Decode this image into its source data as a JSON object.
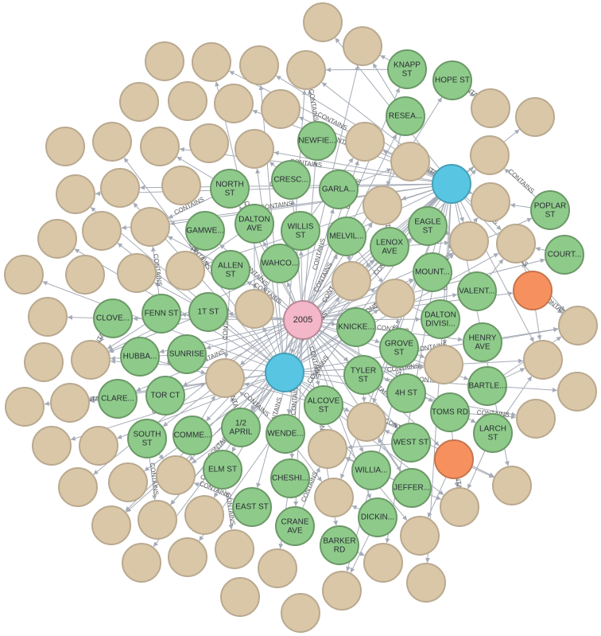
{
  "graph": {
    "relationship_type": "CONTAINS",
    "colors": {
      "year": "#f4b6c9",
      "street": "#8ecb8a",
      "other": "#dac7a8",
      "blue": "#58c6e3",
      "orange": "#f6915f",
      "edge": "#a5abb6"
    },
    "hub_label": "2005",
    "street_labels": [
      "KNAPP ST",
      "HOPE ST",
      "RESEA...",
      "NEWFIE...",
      "CRESC...",
      "NORTH ST",
      "GARLA...",
      "EAGLE ST",
      "POPLAR ST",
      "GAMWE...",
      "DALTON AVE",
      "WILLIS ST",
      "MELVIL...",
      "LENOX AVE",
      "COURT...",
      "ALLEN ST",
      "WAHCO...",
      "MOUNT...",
      "VALENT...",
      "CLOVE...",
      "FENN ST",
      "1T ST",
      "DALTON DIVISI...",
      "KNICKE...",
      "HENRY AVE",
      "HUBBA...",
      "SUNRISE",
      "GROVE ST",
      "TYLER ST",
      "BARTLE...",
      "CLARE...",
      "TOR CT",
      "4H ST",
      "ALCOVE ST",
      "TOMS RD",
      "LARCH ST",
      "SOUTH ST",
      "COMME...",
      "1/2 APRIL",
      "WENDE...",
      "WEST ST",
      "ELM ST",
      "CHESHI...",
      "WILLIA...",
      "JEFFER...",
      "EAST ST",
      "DICKIN...",
      "CRANE AVE",
      "BARKER RD"
    ],
    "edge_labels": [
      "CONTAINS"
    ]
  }
}
